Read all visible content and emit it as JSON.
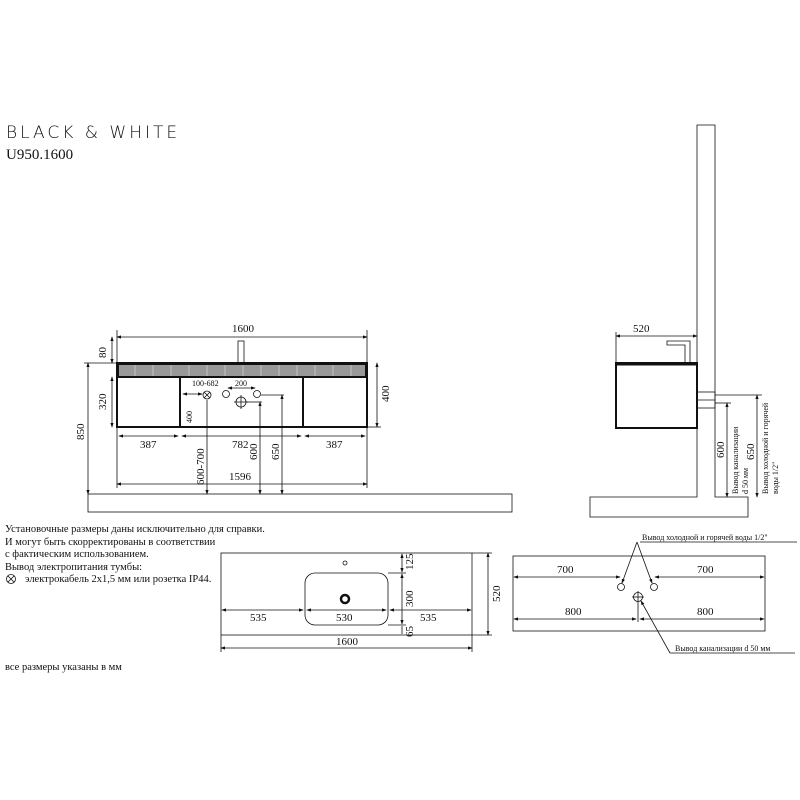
{
  "header": {
    "brand": "BLACK & WHITE",
    "model": "U950.1600"
  },
  "front_view": {
    "width_top": "1600",
    "width_bottom": "1596",
    "height_total": "850",
    "top_band": "80",
    "drawer_height": "320",
    "cabinet_height": "400",
    "left_drawer": "387",
    "center_drawer": "782",
    "right_drawer": "387",
    "power_range": "100-682",
    "pipe_spacing": "200",
    "power_depth": "400",
    "power_height": "600-700",
    "drain_height": "600",
    "water_height": "650"
  },
  "side_view": {
    "depth": "520",
    "drain_height": "600",
    "water_height": "650",
    "drain_label_1": "Вывод канализации",
    "drain_label_2": "d 50 мм",
    "water_label_1": "Вывод холодной и горячей",
    "water_label_2": "воды 1/2\""
  },
  "notes": {
    "line1": "Установочные размеры даны исключительно для справки.",
    "line2": "И могут быть скорректированы в соответствии",
    "line3": "с фактическим использованием.",
    "line4": "Вывод электропитания тумбы:",
    "line5": "электрокабель 2x1,5 мм или розетка IP44.",
    "units": "все размеры указаны в мм"
  },
  "top_view": {
    "left": "535",
    "basin": "530",
    "right": "535",
    "total": "1600",
    "depth": "520",
    "front": "125",
    "basin_depth": "300",
    "back": "65"
  },
  "back_view": {
    "water_left": "700",
    "water_right": "700",
    "drain_left": "800",
    "drain_right": "800",
    "water_label": "Вывод холодной и горячей воды 1/2\"",
    "drain_label": "Вывод канализации d 50 мм"
  }
}
